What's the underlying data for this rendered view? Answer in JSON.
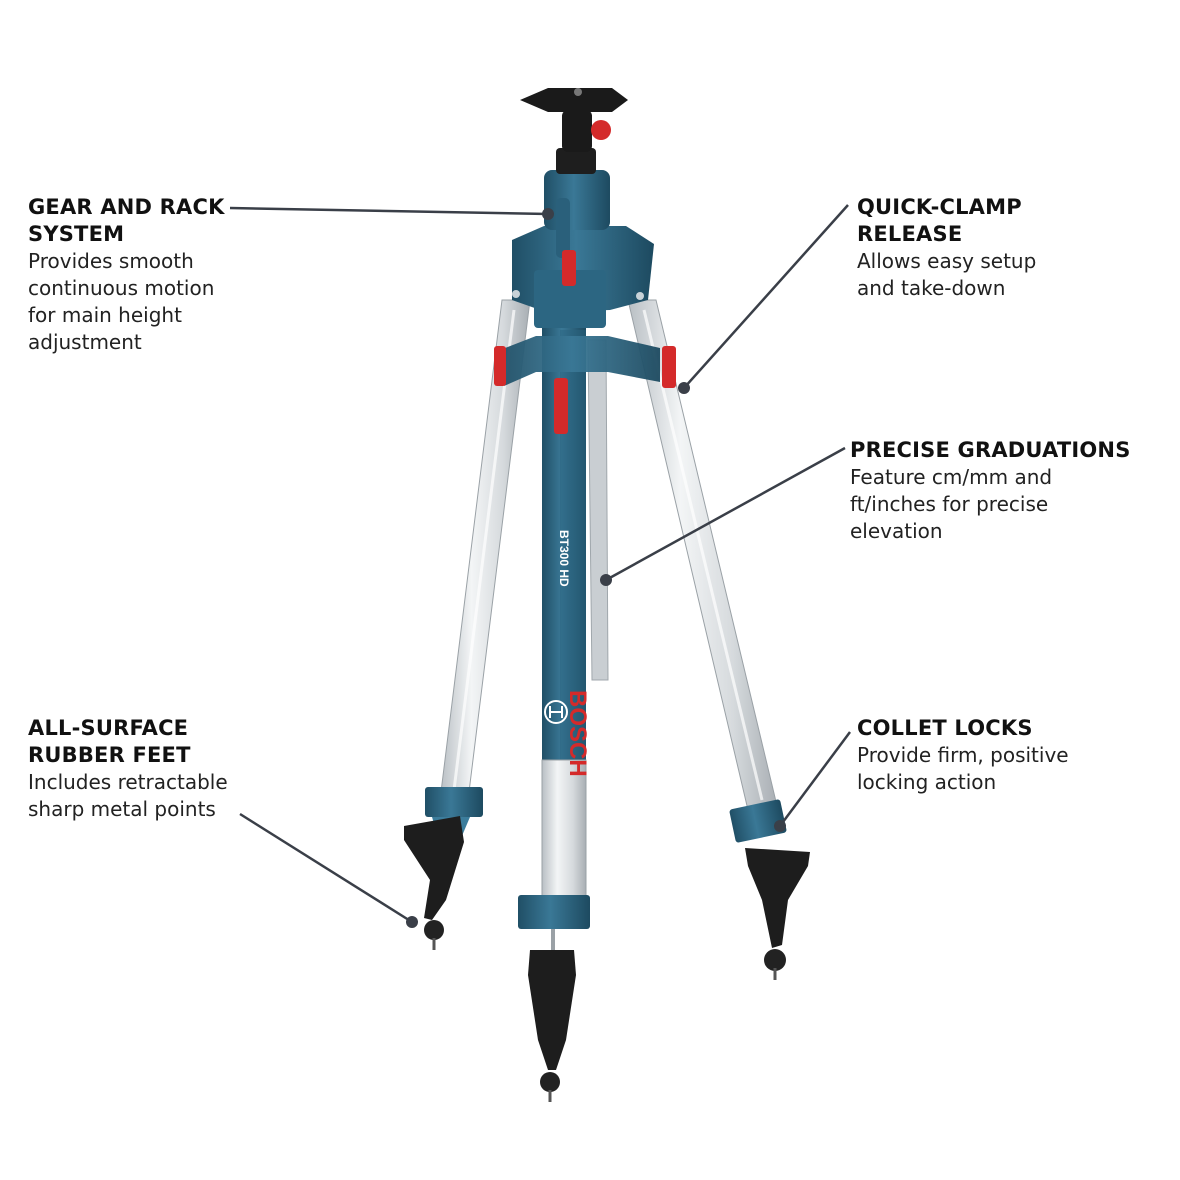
{
  "product": {
    "brand": "BOSCH",
    "model": "BT300 HD"
  },
  "colors": {
    "housing_blue": "#2f6a86",
    "housing_blue_dark": "#204f66",
    "accent_red": "#d42a2a",
    "aluminum": "#dde1e4",
    "rubber_black": "#1c1c1c",
    "leader_line": "#3a3f48"
  },
  "callouts": [
    {
      "id": "gear",
      "title_lines": [
        "GEAR AND RACK",
        "SYSTEM"
      ],
      "desc_lines": [
        "Provides smooth",
        "continuous motion",
        "for main height",
        "adjustment"
      ]
    },
    {
      "id": "clamp",
      "title_lines": [
        "QUICK-CLAMP",
        "RELEASE"
      ],
      "desc_lines": [
        "Allows easy setup",
        "and take-down"
      ]
    },
    {
      "id": "grad",
      "title_lines": [
        "PRECISE GRADUATIONS"
      ],
      "desc_lines": [
        "Feature cm/mm and",
        "ft/inches for precise",
        "elevation"
      ]
    },
    {
      "id": "feet",
      "title_lines": [
        "ALL-SURFACE",
        "RUBBER FEET"
      ],
      "desc_lines": [
        "Includes retractable",
        "sharp metal points"
      ]
    },
    {
      "id": "collet",
      "title_lines": [
        "COLLET LOCKS"
      ],
      "desc_lines": [
        "Provide firm, positive",
        "locking action"
      ]
    }
  ]
}
